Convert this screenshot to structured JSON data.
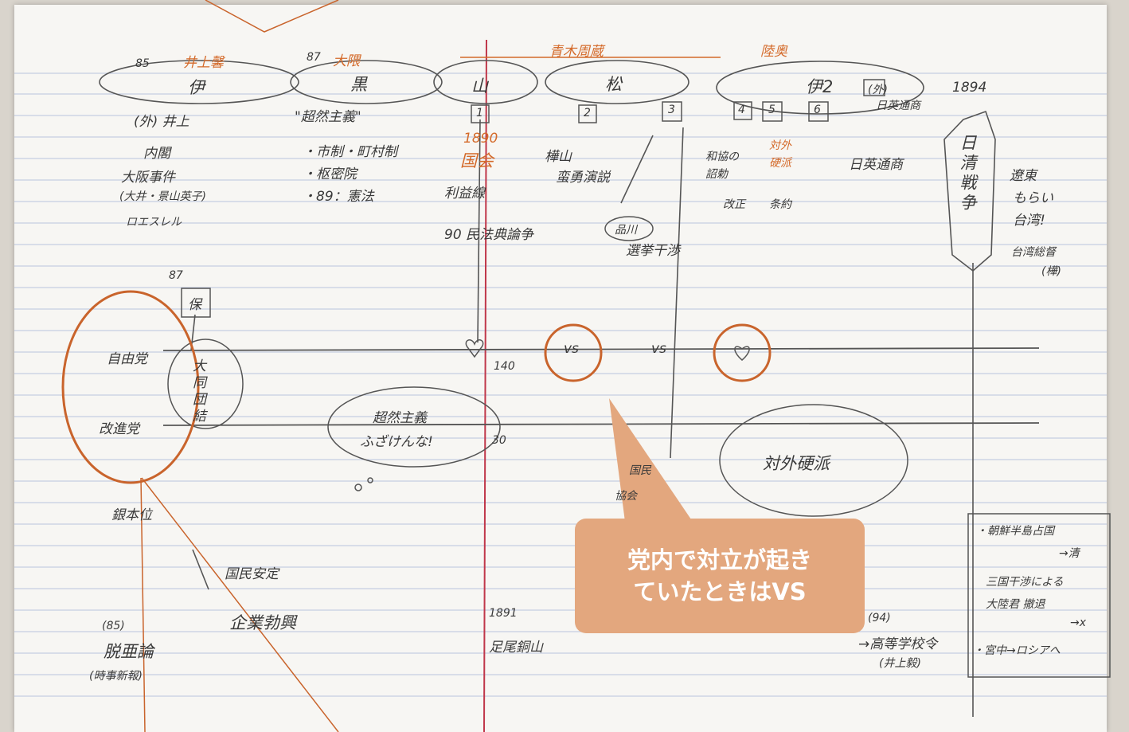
{
  "era_bar": {
    "top_labels": [
      {
        "year": "85",
        "name": "井上馨"
      },
      {
        "year": "87",
        "name": "大隈"
      },
      {
        "year": "",
        "name": "青木周蔵"
      },
      {
        "year": "",
        "name": "陸奥"
      }
    ],
    "cabinets": [
      "伊",
      "黒",
      "山",
      "松",
      "伊2"
    ],
    "year_1894": "1894"
  },
  "cabinet_notes": {
    "ito1": [
      "(外) 井上",
      "内閣",
      "大阪事件",
      "(大井・景山英子)",
      "ロエスレル"
    ],
    "kuroda": [
      "\"超然主義\"",
      "・市制・町村制",
      "・枢密院",
      "・89：憲法"
    ],
    "yamagata": [
      "1",
      "1890",
      "国会",
      "利益線",
      "90 民法典論争"
    ],
    "matsukata": [
      "2",
      "樺山",
      "蛮勇演説",
      "品川",
      "選挙干渉",
      "3"
    ],
    "ito2": [
      "4",
      "5",
      "6",
      "和協の",
      "詔勅",
      "対外",
      "硬派",
      "(外)",
      "日英通商",
      "条約",
      "改正",
      "日英通商"
    ],
    "war": "日清戦争",
    "war_side": [
      "遼東",
      "もらい",
      "台湾!",
      "台湾総督",
      "(樺)"
    ]
  },
  "parties": {
    "year_87": "87",
    "hoan": "保",
    "jiyuto": "自由党",
    "kaishinto": "改進党",
    "daido": "大同団結",
    "seat_140": "140",
    "seat_30": "30",
    "vs_label": "vs",
    "chozen_bubble": [
      "超然主義",
      "ふざけんな!"
    ],
    "kokumin_kyokai": [
      "国民",
      "協会"
    ],
    "taigai_bubble": "対外硬派"
  },
  "bottom_notes": {
    "ginhonni": "銀本位",
    "kokumin_antei": "国民安定",
    "kigyo": "企業勃興",
    "year_85": "(85)",
    "datsua": "脱亜論",
    "jiji": "(時事新報)",
    "year_1891": "1891",
    "ashio": "足尾銅山",
    "year_94": "(94)",
    "koto": "→高等学校令",
    "inoue_kowashi": "(井上毅)",
    "box_lines": [
      "・朝鮮半島占国 ",
      "→清",
      "三国干渉による",
      "大陸君 撤退",
      "→x",
      "・宮中→ロシアへ"
    ]
  },
  "callout": {
    "line1": "党内で対立が起き",
    "line2": "ていたときはVS"
  },
  "colors": {
    "ink": "#3a3a3a",
    "orange_ink": "#d46a2a",
    "red_line": "#c0374a",
    "rule_blue": "#b9c4de",
    "callout_fill": "#e3a77e"
  }
}
